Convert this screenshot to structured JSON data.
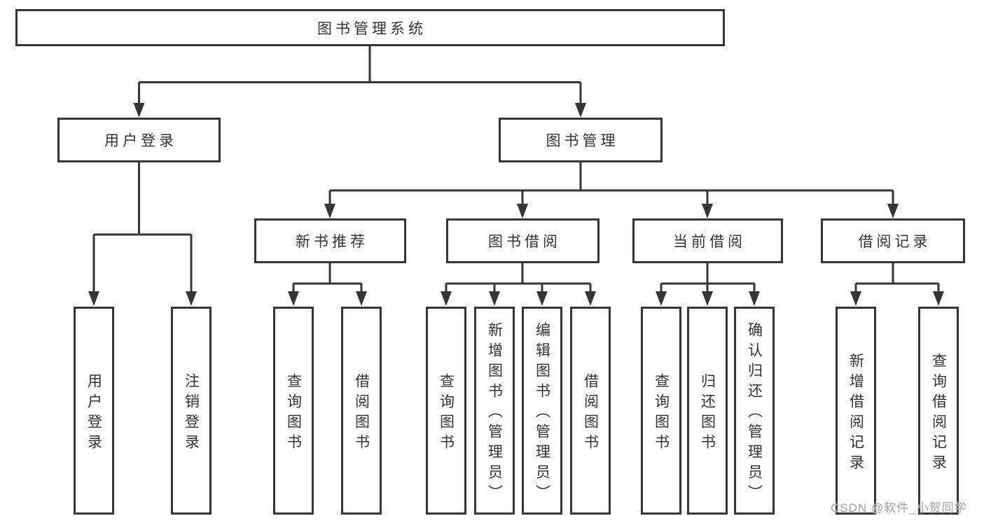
{
  "diagram_title": "图书管理系统",
  "tree": {
    "label": "图书管理系统",
    "children": [
      {
        "label": "用户登录",
        "children": [
          {
            "label": "用户登录"
          },
          {
            "label": "注销登录"
          }
        ]
      },
      {
        "label": "图书管理",
        "children": [
          {
            "label": "新书推荐",
            "children": [
              {
                "label": "查询图书"
              },
              {
                "label": "借阅图书"
              }
            ]
          },
          {
            "label": "图书借阅",
            "children": [
              {
                "label": "查询图书"
              },
              {
                "label": "新增图书（管理员）"
              },
              {
                "label": "编辑图书（管理员）"
              },
              {
                "label": "借阅图书"
              }
            ]
          },
          {
            "label": "当前借阅",
            "children": [
              {
                "label": "查询图书"
              },
              {
                "label": "归还图书"
              },
              {
                "label": "确认归还（管理员）"
              }
            ]
          },
          {
            "label": "借阅记录",
            "children": [
              {
                "label": "新增借阅记录"
              },
              {
                "label": "查询借阅记录"
              }
            ]
          }
        ]
      }
    ]
  },
  "watermark": {
    "text": "CSDN @软件_小贺同学"
  },
  "colors": {
    "line": "#363636",
    "text": "#333333",
    "background": "#ffffff",
    "watermark": "#a3a3a3"
  }
}
